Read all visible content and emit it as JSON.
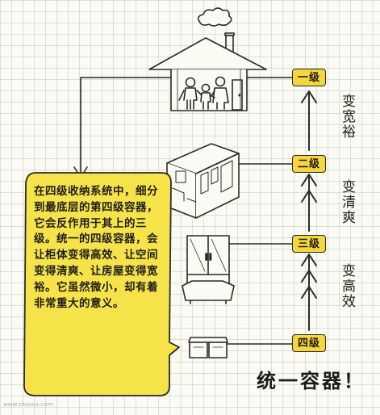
{
  "bubble": {
    "text": "在四级收纳系统中，细分到最底层的第四级容器，它会反作用于其上的三级。统一的四级容器，会让柜体变得高效、让空间变得清爽、让房屋变得宽裕。它虽然微小，却有着非常重大的意义。"
  },
  "levels": {
    "level1": "一级",
    "level2": "二级",
    "level3": "三级",
    "level4": "四级"
  },
  "effects": {
    "spacious": "变宽裕",
    "clean": "变清爽",
    "efficient": "变高效"
  },
  "title": "统一容器！",
  "watermark": "www.shouna.com",
  "colors": {
    "bubble_fill": "#f6e34a",
    "tag_fill": "#f6d63c",
    "line": "#2a2a2a",
    "grid": "#b9cdc3"
  },
  "icons": [
    "house-icon",
    "family-icon",
    "door-icon",
    "room-icon",
    "cabinet-icon",
    "storage-box-icon",
    "cloud-icon",
    "chimney-icon",
    "arrow-up-icon",
    "arrow-down-icon"
  ]
}
